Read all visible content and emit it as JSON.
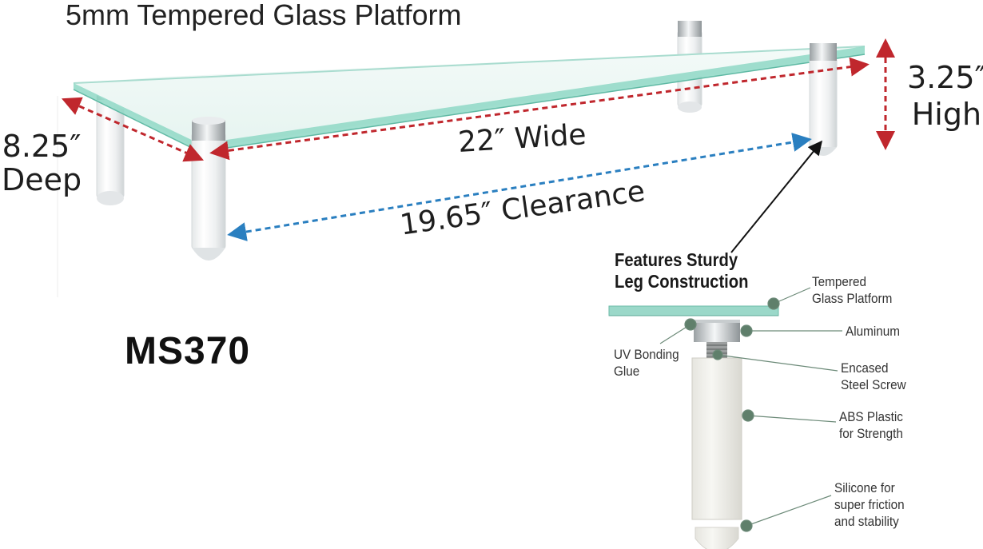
{
  "title": "5mm Tempered Glass Platform",
  "dimensions": {
    "depth_value": "8.25″",
    "depth_label": "Deep",
    "height_value": "3.25″",
    "height_label": "High",
    "width": "22″ Wide",
    "clearance": "19.65″ Clearance"
  },
  "model": "MS370",
  "feature": {
    "line1": "Features Sturdy",
    "line2": "Leg Construction"
  },
  "callouts": {
    "glass": [
      "Tempered",
      "Glass Platform"
    ],
    "aluminum": "Aluminum",
    "uv": [
      "UV Bonding",
      "Glue"
    ],
    "screw": [
      "Encased",
      "Steel Screw"
    ],
    "abs": [
      "ABS Plastic",
      "for Strength"
    ],
    "silicone": [
      "Silicone for",
      "super friction",
      "and stability"
    ]
  },
  "colors": {
    "glass_edge": "#86d6c4",
    "dim_red": "#c0272d",
    "dim_blue": "#2a7fc0",
    "callout_dot": "#5f7f6b"
  }
}
